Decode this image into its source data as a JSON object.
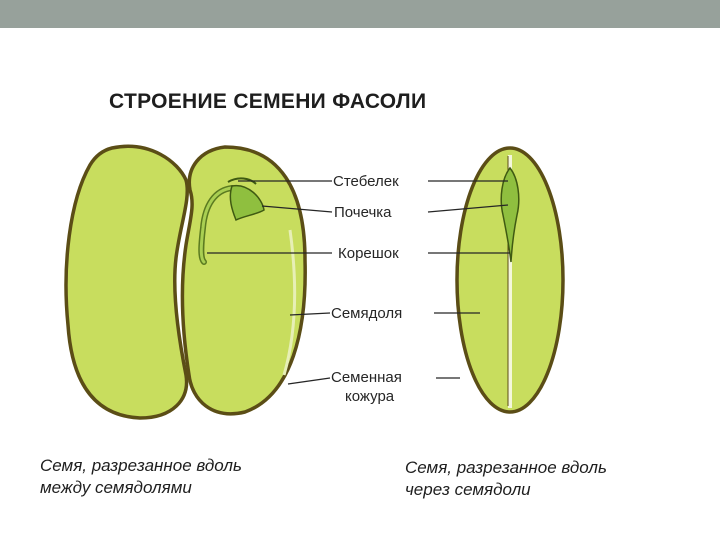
{
  "title": "СТРОЕНИЕ СЕМЕНИ ФАСОЛИ",
  "labels": {
    "stem": "Стебелек",
    "bud": "Почечка",
    "root": "Корешок",
    "cotyledon": "Семядоля",
    "coat_line1": "Семенная",
    "coat_line2": "кожура"
  },
  "captions": {
    "left_line1": "Семя, разрезанное вдоль",
    "left_line2": "между семядолями",
    "right_line1": "Семя, разрезанное вдоль",
    "right_line2": "через семядоли"
  },
  "colors": {
    "seed_fill": "#c8dd5e",
    "seed_outline": "#5b4d16",
    "embryo_fill": "#8fbf3f",
    "header_bar": "#97a19b"
  }
}
